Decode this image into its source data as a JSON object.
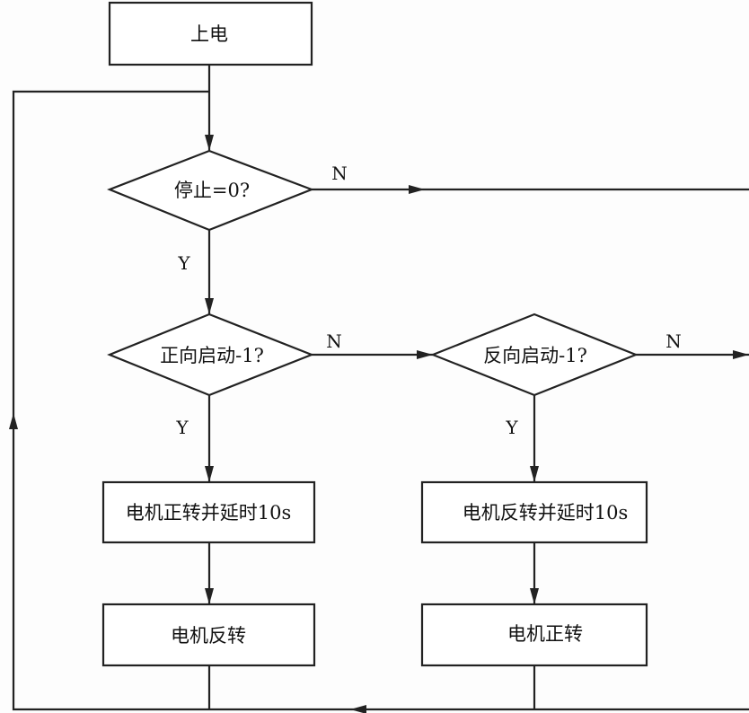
{
  "nodes": {
    "power_on": "上电",
    "stop_check": "停止=0?",
    "forward_check": "正向启动-1?",
    "reverse_check": "反向启动-1?",
    "forward_delay": "电机正转并延时10s",
    "reverse_after_forward": "电机反转",
    "reverse_delay": "电机反转并延时10s",
    "forward_after_reverse": "电机正转"
  },
  "labels": {
    "stop_no": "N",
    "stop_yes": "Y",
    "forward_no": "N",
    "forward_yes": "Y",
    "reverse_no": "N",
    "reverse_yes": "Y"
  }
}
